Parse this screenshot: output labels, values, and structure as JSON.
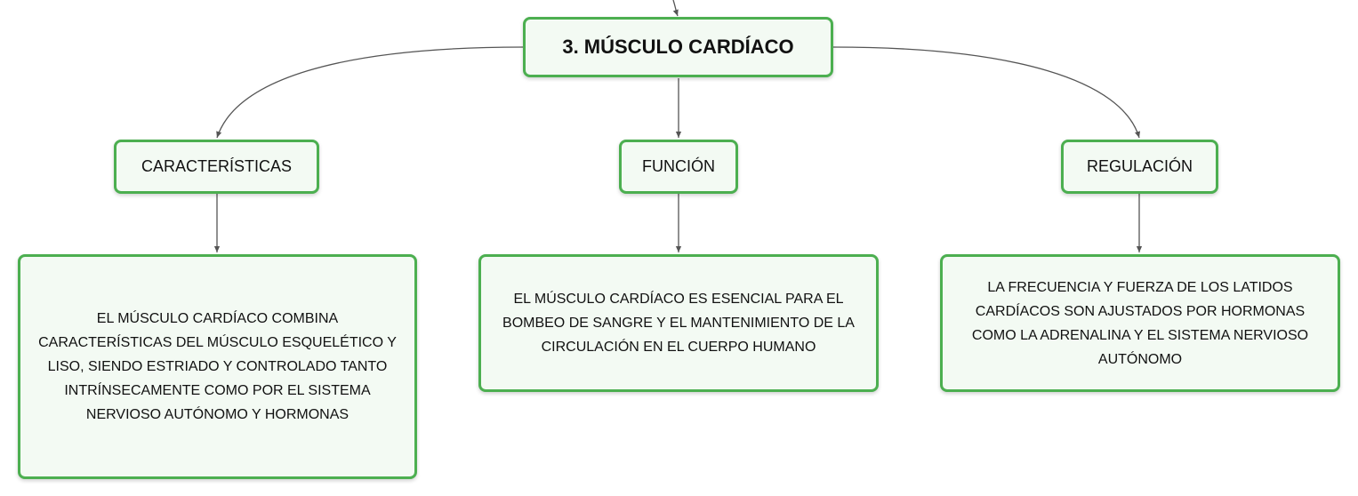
{
  "root": {
    "label": "3. MÚSCULO CARDÍACO"
  },
  "branches": [
    {
      "label": "CARACTERÍSTICAS",
      "detail": "EL MÚSCULO CARDÍACO COMBINA CARACTERÍSTICAS DEL MÚSCULO ESQUELÉTICO Y LISO, SIENDO ESTRIADO Y CONTROLADO TANTO INTRÍNSECAMENTE COMO POR EL SISTEMA NERVIOSO AUTÓNOMO Y HORMONAS"
    },
    {
      "label": "FUNCIÓN",
      "detail": "EL MÚSCULO CARDÍACO ES ESENCIAL PARA EL BOMBEO DE SANGRE Y EL MANTENIMIENTO DE LA CIRCULACIÓN EN EL CUERPO HUMANO"
    },
    {
      "label": "REGULACIÓN",
      "detail": "LA FRECUENCIA Y FUERZA DE LOS LATIDOS CARDÍACOS SON AJUSTADOS POR HORMONAS COMO LA ADRENALINA Y EL SISTEMA NERVIOSO AUTÓNOMO"
    }
  ],
  "colors": {
    "node_border": "#4caf50",
    "node_fill": "#f3faf3",
    "connector": "#555555"
  }
}
